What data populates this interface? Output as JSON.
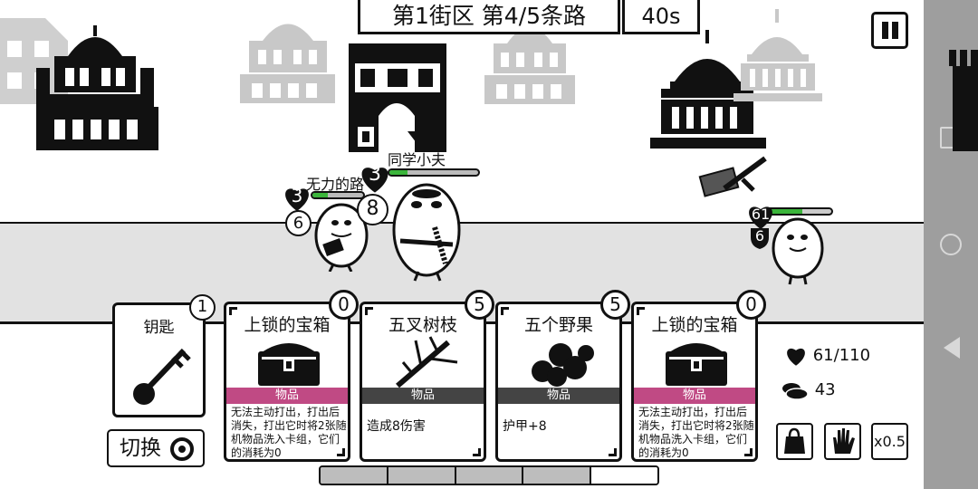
{
  "header": {
    "level_title": "第1街区 第4/5条路",
    "timer": "40s"
  },
  "units": {
    "enemy_small": {
      "name": "无力的路",
      "armor": "3",
      "attack": "6",
      "hp_fraction": 0.3
    },
    "enemy_big": {
      "name": "同学小夫",
      "armor": "3",
      "attack": "8",
      "hp_fraction": 0.2
    },
    "player": {
      "hp": "61",
      "armor": "6",
      "hp_fraction": 0.55
    }
  },
  "key_card": {
    "title": "钥匙",
    "count": "1"
  },
  "switch_button": {
    "label": "切换"
  },
  "cards": [
    {
      "title": "上锁的宝箱",
      "cost": "0",
      "type": "物品",
      "desc": "无法主动打出，打出后消失，打出它时将2张随机物品洗入卡组，它们的消耗为0",
      "art": "chest-icon"
    },
    {
      "title": "五叉树枝",
      "cost": "5",
      "type": "物品",
      "desc": "造成8伤害",
      "art": "branch-icon"
    },
    {
      "title": "五个野果",
      "cost": "5",
      "type": "物品",
      "desc": "护甲+8",
      "art": "berries-icon"
    },
    {
      "title": "上锁的宝箱",
      "cost": "0",
      "type": "物品",
      "desc": "无法主动打出，打出后消失，打出它时将2张随机物品洗入卡组，它们的消耗为0",
      "art": "chest-icon"
    }
  ],
  "stats": {
    "hp": "61/110",
    "coins": "43"
  },
  "tools": {
    "speed": "x0.5"
  },
  "colors": {
    "item_type": "#c04a84",
    "road": "#e2e2e2",
    "nav": "#9e9e9e"
  },
  "deck_progress": {
    "filled_segments": 4,
    "total_segments": 5
  }
}
